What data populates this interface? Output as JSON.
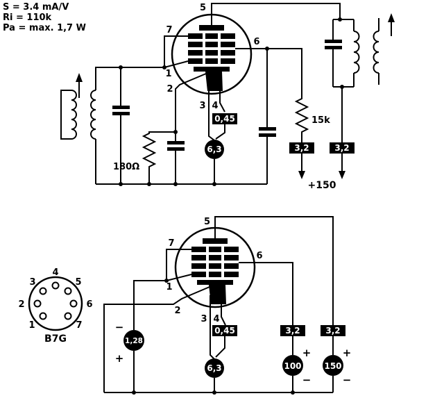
{
  "colors": {
    "ink": "#000000",
    "paper": "#ffffff"
  },
  "specs": {
    "transconductance": "S = 3.4 mA/V",
    "internal_resistance": "Ri = 110k",
    "anode_dissipation": "Pa = max. 1,7 W"
  },
  "top_circuit": {
    "pin1": "1",
    "pin2": "2",
    "pin3": "3",
    "pin4": "4",
    "pin5": "5",
    "pin6": "6",
    "pin7": "7",
    "cathode_resistor": "180Ω",
    "screen_resistor": "15k",
    "heater_current": "0,45",
    "heater_voltage": "6,3",
    "screen_current": "3,2",
    "anode_current": "3,2",
    "supply_voltage": "+150"
  },
  "bottom_circuit": {
    "pin1": "1",
    "pin2": "2",
    "pin3": "3",
    "pin4": "4",
    "pin5": "5",
    "pin6": "6",
    "pin7": "7",
    "grid_voltage": "1,28",
    "grid_minus": "−",
    "grid_plus": "+",
    "heater_current": "0,45",
    "heater_voltage": "6,3",
    "screen_current": "3,2",
    "anode_current": "3,2",
    "screen_voltage": "100",
    "screen_plus": "+",
    "screen_minus": "−",
    "anode_voltage": "150",
    "anode_plus": "+",
    "anode_minus": "−"
  },
  "socket": {
    "label": "B7G",
    "pin1": "1",
    "pin2": "2",
    "pin3": "3",
    "pin4": "4",
    "pin5": "5",
    "pin6": "6",
    "pin7": "7"
  }
}
